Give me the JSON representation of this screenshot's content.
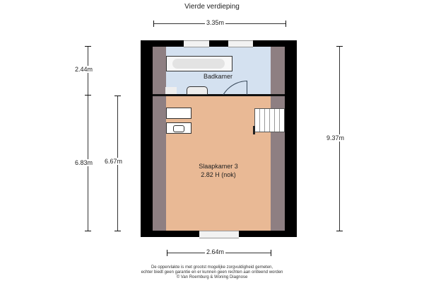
{
  "title": "Vierde verdieping",
  "dimensions": {
    "top_width": "3.35m",
    "bottom_width": "2.64m",
    "left_upper": "2.44m",
    "left_lower": "6.83m",
    "left_inner": "6.67m",
    "right_total": "9.37m"
  },
  "rooms": {
    "bathroom": {
      "name": "Badkamer",
      "color": "#d4e1f0"
    },
    "bedroom": {
      "name": "Slaapkamer 3",
      "height_note": "2.82 H (nok)",
      "color": "#e9b995"
    }
  },
  "colors": {
    "wall": "#000000",
    "slope": "#8e7f82"
  },
  "footer": {
    "line1": "De oppervlakte is met grootst mogelijke zorgvuldigheid gemeten,",
    "line2": "echter biedt geen garantie en er kunnen geen rechten aan ontleend worden",
    "line3": "© Van Roemburg & Woning Diagnose"
  }
}
